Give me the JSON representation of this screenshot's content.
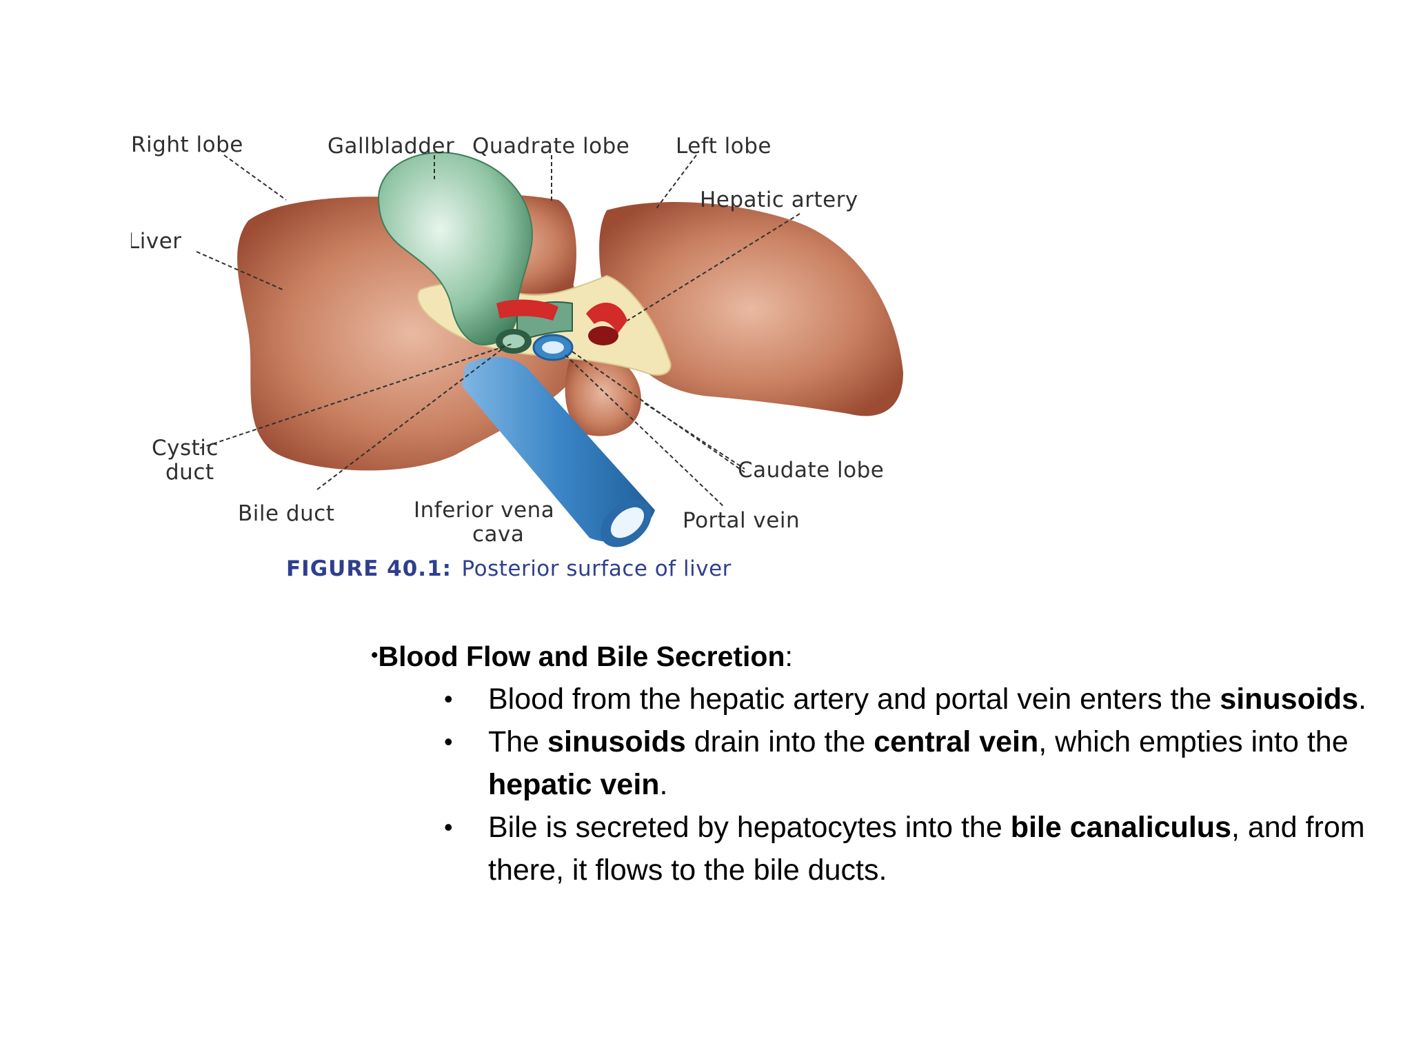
{
  "figure": {
    "labels": {
      "right_lobe": "Right lobe",
      "gallbladder": "Gallbladder",
      "quadrate_lobe": "Quadrate lobe",
      "left_lobe": "Left lobe",
      "hepatic_artery": "Hepatic artery",
      "liver": "Liver",
      "cystic_duct_1": "Cystic",
      "cystic_duct_2": "duct",
      "bile_duct": "Bile duct",
      "ivc_1": "Inferior vena",
      "ivc_2": "cava",
      "caudate_lobe": "Caudate lobe",
      "portal_vein": "Portal vein"
    },
    "caption_number": "FIGURE 40.1:",
    "caption_text": "Posterior surface of liver",
    "colors": {
      "liver": "#b8674a",
      "gallbladder": "#8fc4a3",
      "artery": "#d32a2a",
      "vein": "#3b86c7",
      "connective": "#f3e6b6"
    }
  },
  "content": {
    "bullet_symbol": "•",
    "heading_bold": "Blood Flow and Bile Secretion",
    "heading_colon": ":",
    "b1_t1": "Blood from the hepatic artery and portal vein enters the ",
    "b1_b1": "sinusoids",
    "b1_t2": ".",
    "b2_t1": "The ",
    "b2_b1": "sinusoids",
    "b2_t2": " drain into the ",
    "b2_b2": "central vein",
    "b2_t3": ", which empties into the ",
    "b2_b3": "hepatic vein",
    "b2_t4": ".",
    "b3_t1": "Bile is secreted by hepatocytes into the ",
    "b3_b1": "bile canaliculus",
    "b3_t2": ", and ",
    "b3_b2": "from there, it flows to the bile ducts."
  }
}
